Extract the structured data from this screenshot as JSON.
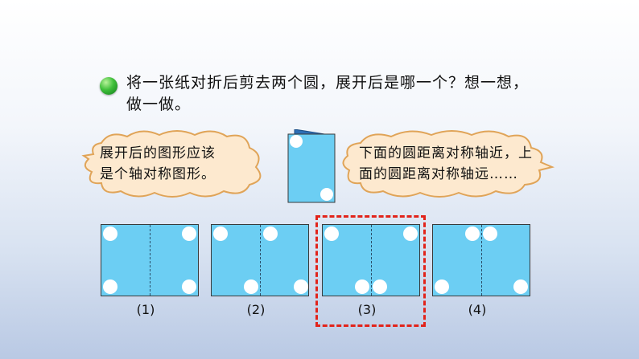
{
  "question": {
    "text": "将一张纸对折后剪去两个圆，展开后是哪一个？想一想，做一做。"
  },
  "bubble_left": {
    "line1": "展开后的图形应该",
    "line2": "是个轴对称图形。"
  },
  "bubble_right": {
    "line1": "下面的圆距离对称轴近，上",
    "line2": "面的圆距离对称轴远……"
  },
  "options": [
    {
      "label": "(1)"
    },
    {
      "label": "(2)"
    },
    {
      "label": "(3)"
    },
    {
      "label": "(4)"
    }
  ],
  "selected_option": "(3)",
  "colors": {
    "paper": "#6ccef3",
    "hole": "#ffffff",
    "highlight": "#e2231a",
    "cloud": "#fde9cf",
    "cloud_border": "#e0a458",
    "bullet": "#3fbf3a"
  }
}
